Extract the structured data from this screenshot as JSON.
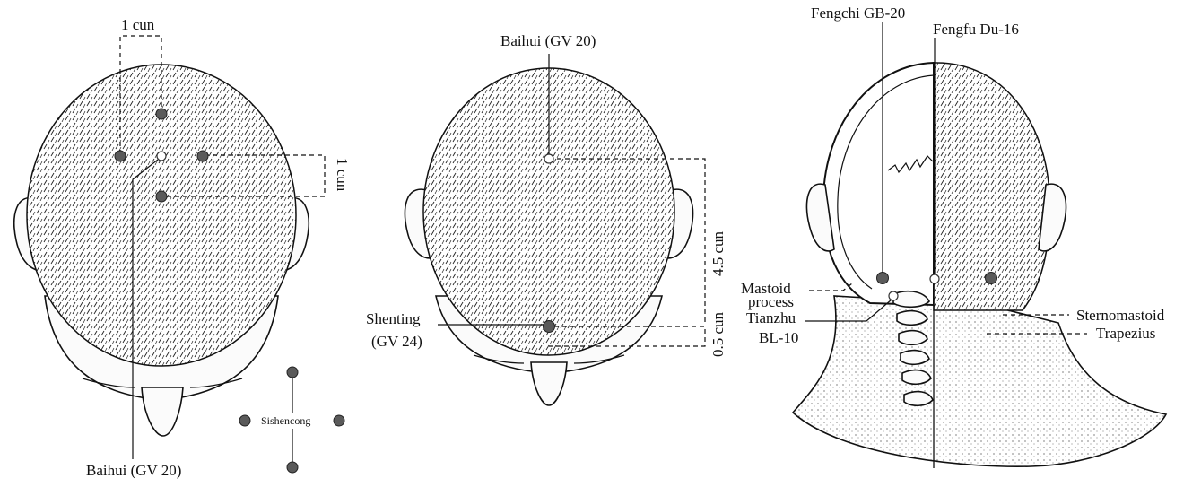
{
  "panel_left": {
    "dimension_top": "1 cun",
    "dimension_right": "1 cun",
    "baihui": "Baihui (GV 20)",
    "sishencong": "Sishencong"
  },
  "panel_middle": {
    "baihui": "Baihui (GV 20)",
    "shenting_line1": "Shenting",
    "shenting_line2": "(GV 24)",
    "dimension_upper": "4.5 cun",
    "dimension_lower": "0.5 cun"
  },
  "panel_right": {
    "fengchi": "Fengchi GB-20",
    "fengfu": "Fengfu Du-16",
    "mastoid_line1": "Mastoid",
    "mastoid_line2": "process",
    "tianzhu_line1": "Tianzhu",
    "tianzhu_line2": "BL-10",
    "sternomastoid": "Sternomastoid",
    "trapezius": "Trapezius"
  },
  "colors": {
    "point_dark": "#5a5a5a",
    "point_light": "#ffffff",
    "ink": "#111111"
  }
}
